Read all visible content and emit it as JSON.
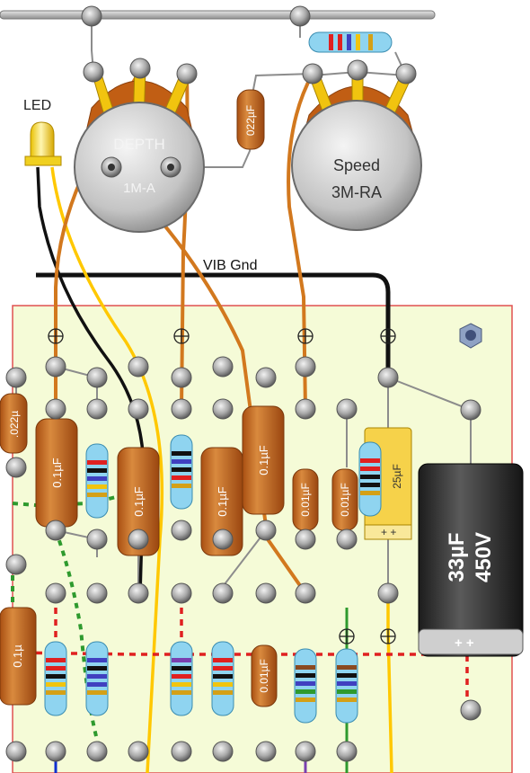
{
  "labels": {
    "led": "LED",
    "vib_gnd": "VIB Gnd",
    "pot_depth_name": "DEPTH",
    "pot_depth_value": "1M-A",
    "pot_speed_name": "Speed",
    "pot_speed_value": "3M-RA",
    "cap_022": "022µF",
    "cap_022_left": ".022µ",
    "cap_01_a": "0.1µF",
    "cap_01_b": "0.1µF",
    "cap_01_c": "0.1µF",
    "cap_01_d": "0.1µF",
    "cap_001_a": "0.01µF",
    "cap_001_b": "0.01µF",
    "cap_001_c": "0.01µF",
    "cap_25": "25µF",
    "cap_25_pol": "+ +",
    "big_cap_value": "33µF",
    "big_cap_voltage": "450V",
    "big_cap_pol": "+ +",
    "cap_left_bottom": "0.1µ"
  },
  "colors": {
    "board": "#f5fbd7",
    "board_border": "#e05050",
    "wire_orange": "#d2781e",
    "wire_yellow": "#ffc800",
    "wire_black": "#111111",
    "wire_green_dash": "#2e9a2e",
    "wire_red_dash": "#e02020",
    "capacitor_brown": "#c8661e",
    "turret": "#9a9a9a"
  }
}
